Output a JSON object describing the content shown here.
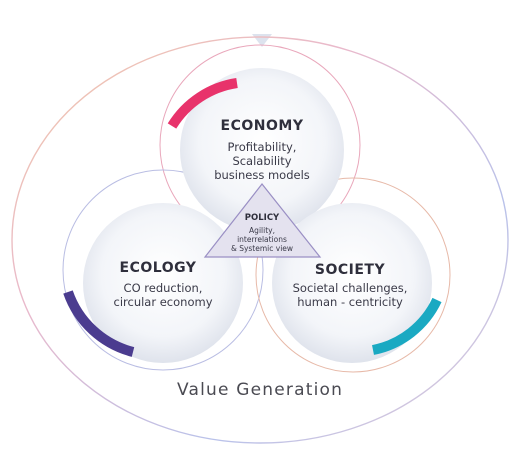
{
  "economy": {
    "title": "ECONOMY",
    "lines": [
      "Profitability,",
      "Scalability",
      "business models"
    ],
    "accent": "#e8336b"
  },
  "ecology": {
    "title": "ECOLOGY",
    "lines": [
      "CO reduction,",
      "circular economy"
    ],
    "accent": "#4b3c8f"
  },
  "society": {
    "title": "SOCIETY",
    "lines": [
      "Societal challenges,",
      "human - centricity"
    ],
    "accent": "#1aa9c2"
  },
  "policy": {
    "title": "POLICY",
    "lines": [
      "Agility,",
      "interrelations",
      "& Systemic view"
    ]
  },
  "footer": {
    "label": "Value Generation"
  },
  "colors": {
    "outer_ring": "#e6c9d5",
    "sphere": "#eef1f6",
    "triangle_fill": "#e4e2ef",
    "triangle_stroke": "#9a8fc4"
  }
}
